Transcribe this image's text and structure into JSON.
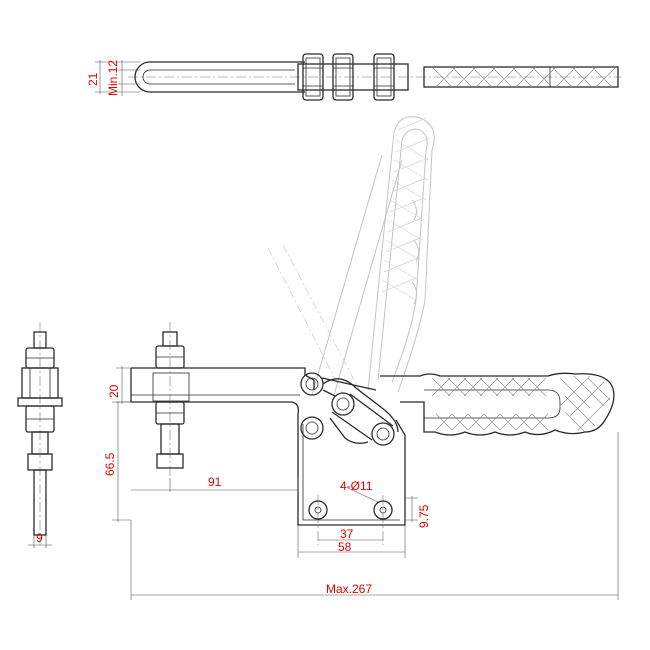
{
  "dimensions": {
    "arm_thickness": "21",
    "min_clearance": "Min.12",
    "spindle_height": "20",
    "base_height": "66.5",
    "spindle_offset": "91",
    "hole_spec": "4-Ø11",
    "hole_edge": "9.75",
    "hole_pitch": "37",
    "base_width": "58",
    "max_length": "Max.267",
    "bolt_width": "9"
  },
  "colors": {
    "lines": "#2b2b2b",
    "dimension_text": "#e00000",
    "ghost_position": "#c4c4c4"
  }
}
